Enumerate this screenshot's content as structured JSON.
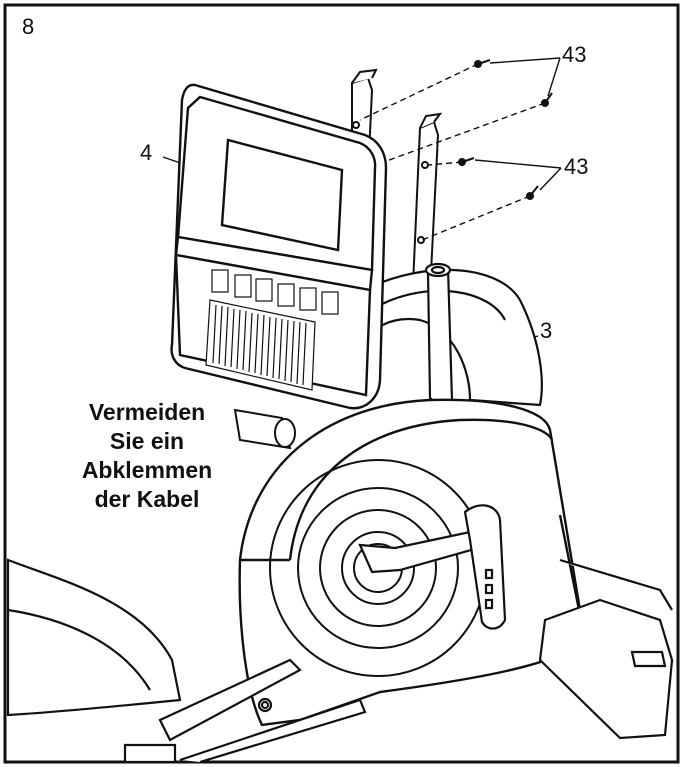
{
  "step_number": "8",
  "callouts": {
    "part_43_top": "43",
    "part_43_mid": "43",
    "part_4": "4",
    "part_3": "3"
  },
  "warning": {
    "line1": "Vermeiden",
    "line2": "Sie ein",
    "line3": "Abklemmen",
    "line4": "der Kabel"
  },
  "colors": {
    "ink": "#111111",
    "paper": "#ffffff",
    "screen_fill": "#ffffff"
  }
}
